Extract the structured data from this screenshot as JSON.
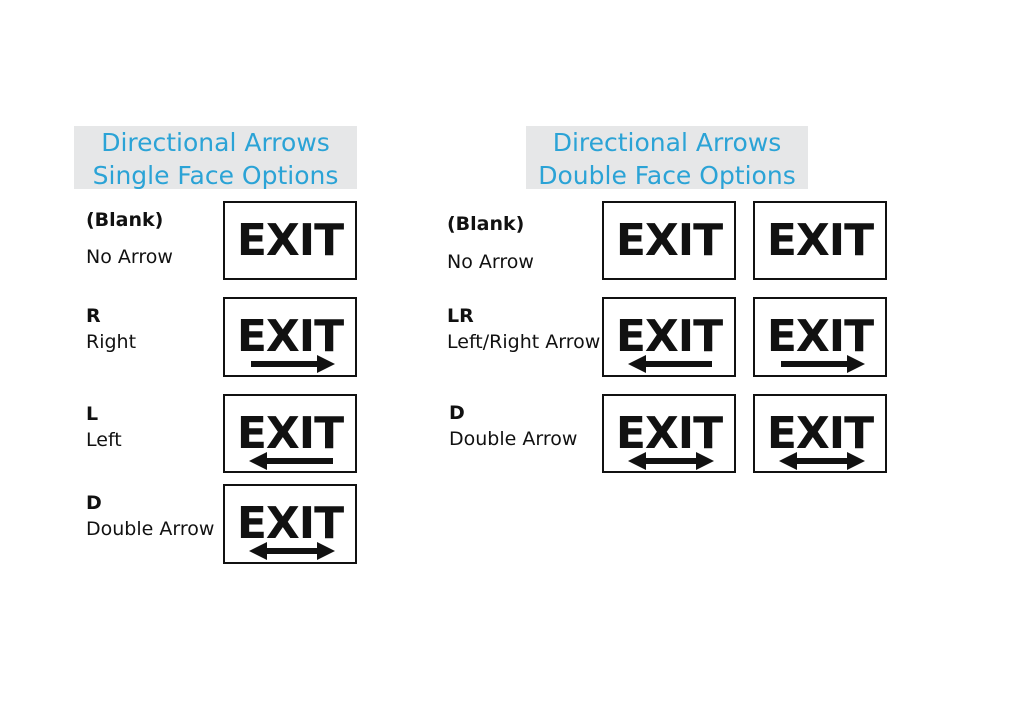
{
  "single_face": {
    "header": [
      "Directional Arrows",
      "Single Face Options"
    ],
    "options": [
      {
        "code": "(Blank)",
        "desc": "No Arrow",
        "arrows": [
          "none"
        ]
      },
      {
        "code": "R",
        "desc": "Right",
        "arrows": [
          "right"
        ]
      },
      {
        "code": "L",
        "desc": "Left",
        "arrows": [
          "left"
        ]
      },
      {
        "code": "D",
        "desc": "Double Arrow",
        "arrows": [
          "double"
        ]
      }
    ]
  },
  "double_face": {
    "header": [
      "Directional Arrows",
      "Double Face Options"
    ],
    "options": [
      {
        "code": "(Blank)",
        "desc": "No Arrow",
        "arrows": [
          "none",
          "none"
        ]
      },
      {
        "code": "LR",
        "desc": "Left/Right Arrow",
        "arrows": [
          "left",
          "right"
        ]
      },
      {
        "code": "D",
        "desc": "Double Arrow",
        "arrows": [
          "double",
          "double"
        ]
      }
    ]
  },
  "sign_text": "EXIT",
  "colors": {
    "header_text": "#2ba3d6",
    "header_bg": "#e6e7e8",
    "ink": "#111111"
  }
}
